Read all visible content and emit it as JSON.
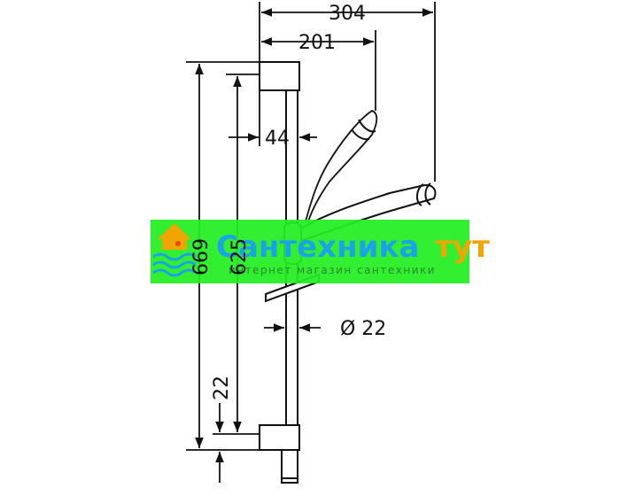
{
  "dimensions": {
    "total_width": "304",
    "handshower_reach": "201",
    "holder_offset": "44",
    "rail_diameter": "Ø 22",
    "overall_height": "669",
    "rail_height": "625",
    "bottom_offset": "22"
  },
  "watermark": {
    "brand_part1": "Сантехника",
    "brand_part2": "тут",
    "tagline": "интернет магазин сантехники",
    "band_color": "#22ee22",
    "brand_color": "#1aa3e8",
    "accent_color": "#f2a400"
  }
}
